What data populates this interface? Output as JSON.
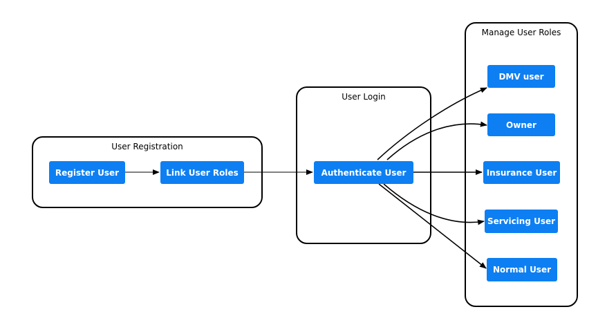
{
  "groups": {
    "registration": {
      "title": "User Registration"
    },
    "login": {
      "title": "User Login"
    },
    "roles": {
      "title": "Manage User Roles"
    }
  },
  "nodes": {
    "register_user": "Register User",
    "link_user_roles": "Link User Roles",
    "authenticate_user": "Authenticate User",
    "dmv_user": "DMV user",
    "owner": "Owner",
    "insurance_user": "Insurance User",
    "servicing_user": "Servicing User",
    "normal_user": "Normal User"
  },
  "colors": {
    "node_fill": "#0d7ff2",
    "node_text": "#ffffff",
    "border": "#000000"
  }
}
